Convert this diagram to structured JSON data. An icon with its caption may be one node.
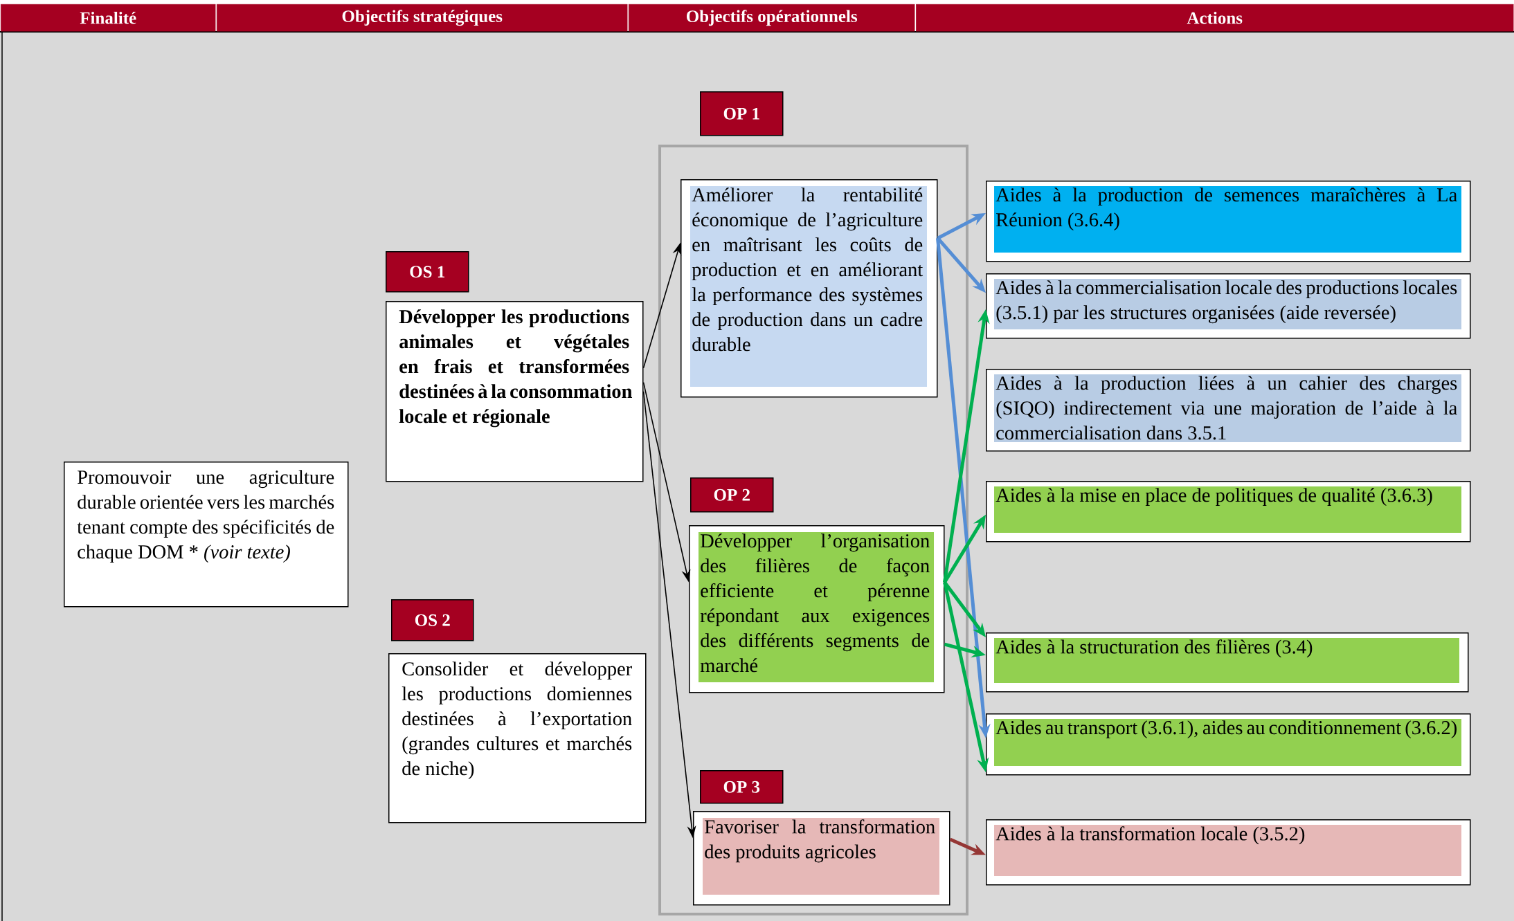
{
  "diagram": {
    "nodes": [
      {
        "text": [
          "Finalité"
        ]
      },
      {
        "text": [
          "Objectifs stratégiques"
        ]
      },
      {
        "text": [
          "Objectifs opérationnels"
        ]
      },
      {
        "text": [
          "Actions"
        ]
      },
      {
        "text": [
          "Promouvoir une agriculture durable orientée vers les marchés tenant compte des spécificités de chaque DOM * *(voir texte)*"
        ]
      },
      {
        "text": [
          "OS 1"
        ]
      },
      {
        "text": [
          "Développer les productions animales et végétales en frais et transformées destinées à la consommation locale et régionale"
        ]
      },
      {
        "text": [
          "OS 2"
        ]
      },
      {
        "text": [
          "Consolider et développer les productions domiennes destinées à l’exportation (grandes cultures et marchés de niche)"
        ]
      },
      {
        "text": [
          "OP 1"
        ]
      },
      {
        "text": [],
        "shape": "box"
      },
      {
        "text": [
          "Améliorer la rentabilité économique de l’agriculture en maîtrisant les coûts de production et en améliorant la performance des systèmes de production dans un cadre durable"
        ],
        "in": 10
      },
      {
        "text": [
          "OP 2"
        ],
        "in": 10
      },
      {
        "text": [
          "Développer l’organisation des filières de façon efficiente et pérenne répondant aux exigences des différents segments de marché"
        ],
        "in": 10
      },
      {
        "text": [
          "OP 3"
        ],
        "in": 10
      },
      {
        "text": [
          "Favoriser la transformation des produits agricoles"
        ],
        "in": 10
      },
      {
        "text": [
          "Aides à la production de semences maraîchères à La Réunion (3.6.4)"
        ]
      },
      {
        "text": [
          "Aides à la commercialisation locale des productions locales (3.5.1) par les structures organisées (aide reversée)"
        ]
      },
      {
        "text": [
          "Aides à la production liées à un cahier des charges (SIQO) indirectement via une majoration de l’aide à la commercialisation dans 3.5.1"
        ]
      },
      {
        "text": [
          "Aides à la mise en place de politiques de qualité (3.6.3)"
        ]
      },
      {
        "text": [
          "Aides à la structuration des filières (3.4)"
        ]
      },
      {
        "text": [
          "Aides au transport (3.6.1), aides au conditionnement (3.6.2)"
        ]
      },
      {
        "text": [
          "Aides à la transformation locale (3.5.2)"
        ]
      }
    ],
    "edges": [
      {
        "from": 6,
        "to": 11,
        "arrow": "to",
        "color": "#000000"
      },
      {
        "from": 6,
        "to": 13,
        "arrow": "to",
        "color": "#000000"
      },
      {
        "from": 6,
        "to": 15,
        "arrow": "to",
        "color": "#000000"
      },
      {
        "from": 11,
        "to": 16,
        "arrow": "to",
        "color": "#558ed5"
      },
      {
        "from": 11,
        "to": 17,
        "arrow": "to",
        "color": "#558ed5"
      },
      {
        "from": 11,
        "to": 21,
        "arrow": "to",
        "color": "#558ed5"
      },
      {
        "from": 13,
        "to": 17,
        "arrow": "to",
        "color": "#00b050"
      },
      {
        "from": 13,
        "to": 19,
        "arrow": "to",
        "color": "#00b050"
      },
      {
        "from": 13,
        "to": 20,
        "arrow": "to",
        "color": "#00b050"
      },
      {
        "from": 13,
        "to": 20,
        "arrow": "to",
        "color": "#00b050"
      },
      {
        "from": 13,
        "to": 21,
        "arrow": "to",
        "color": "#00b050"
      },
      {
        "from": 15,
        "to": 22,
        "arrow": "to",
        "color": "#953735"
      }
    ]
  }
}
